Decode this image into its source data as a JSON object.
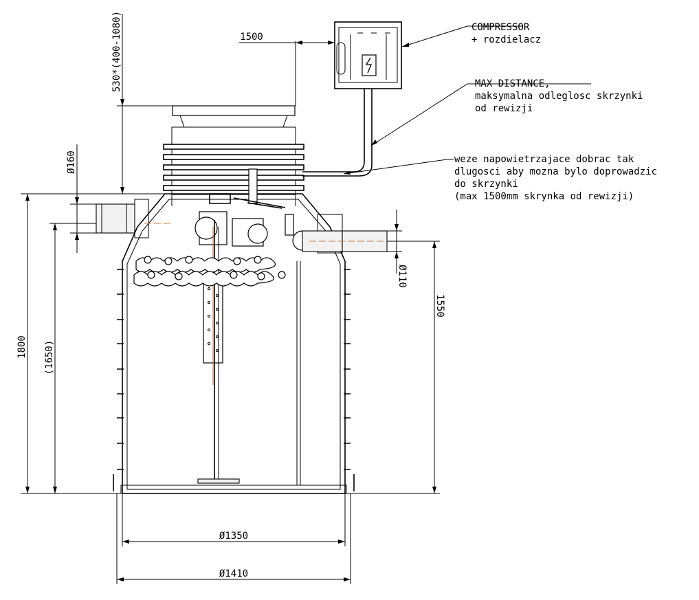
{
  "dimensions": {
    "d160": "Ø160",
    "d110": "Ø110",
    "d1350": "Ø1350",
    "d1410": "Ø1410",
    "h1800": "1800",
    "h1650": "(1650)",
    "h1550": "1550",
    "w1500": "1500",
    "h530": "530*(400-1080)"
  },
  "notes": {
    "compressor": [
      "COMPRESSOR",
      "+ rozdielacz"
    ],
    "max_distance": [
      "MAX DISTANCE,",
      "maksymalna odleglosc skrzynki",
      "od rewizji"
    ],
    "hoses": [
      "weze napowietrzajace dobrac tak",
      "dlugosci aby mozna bylo doprowadzic",
      "do skrzynki",
      "(max 1500mm skrynka od rewizji)"
    ]
  }
}
